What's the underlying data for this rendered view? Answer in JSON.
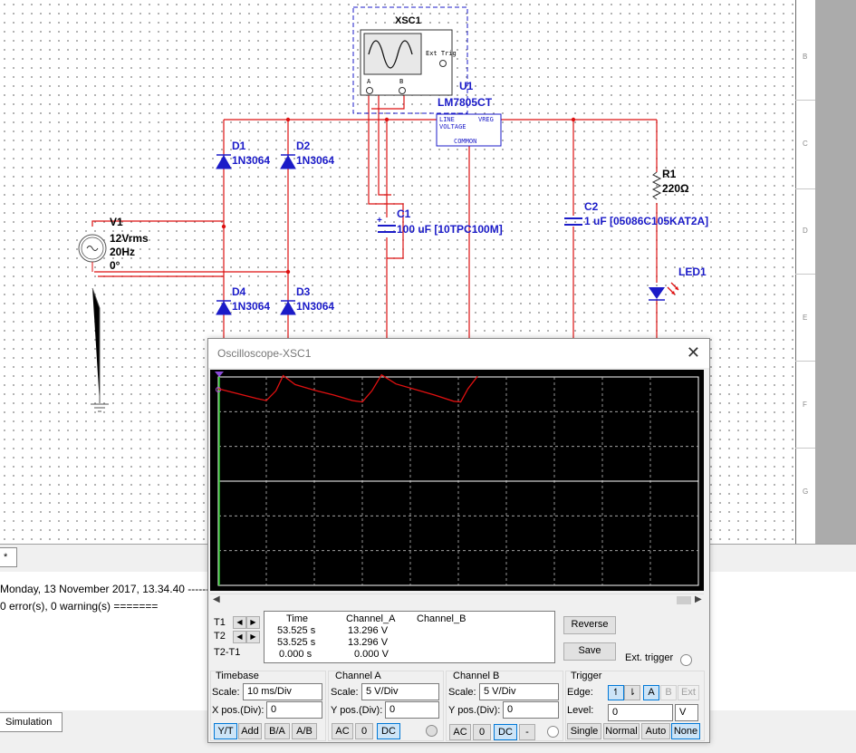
{
  "schematic": {
    "scope": {
      "name": "XSC1",
      "ext_trig": "Ext Trig",
      "pin_a": "A",
      "pin_b": "B"
    },
    "regulator": {
      "ref": "U1",
      "part": "LM7805CT",
      "pin_line": "LINE",
      "pin_voltage": "VOLTAGE",
      "pin_vreg": "VREG",
      "pin_common": "COMMON"
    },
    "source": {
      "ref": "V1",
      "amplitude": "12Vrms",
      "frequency": "20Hz",
      "phase": "0°"
    },
    "diodes": [
      {
        "ref": "D1",
        "part": "1N3064"
      },
      {
        "ref": "D2",
        "part": "1N3064"
      },
      {
        "ref": "D4",
        "part": "1N3064"
      },
      {
        "ref": "D3",
        "part": "1N3064"
      }
    ],
    "c1": {
      "ref": "C1",
      "value": "100 uF  [10TPC100M]"
    },
    "c2": {
      "ref": "C2",
      "value": "1 uF  [05086C105KAT2A]"
    },
    "r1": {
      "ref": "R1",
      "value": "220Ω"
    },
    "led": {
      "ref": "LED1"
    },
    "row_letters": [
      "B",
      "C",
      "D",
      "E",
      "F",
      "G"
    ]
  },
  "tabs": {
    "doc_tab": "*",
    "sim_tab": "Simulation"
  },
  "log": {
    "line1": "Monday, 13 November 2017, 13.34.40 ------",
    "line2": "0 error(s), 0 warning(s) ======="
  },
  "oscilloscope": {
    "title": "Oscilloscope-XSC1",
    "readout": {
      "headers": [
        "Time",
        "Channel_A",
        "Channel_B"
      ],
      "rows": [
        {
          "label": "T1",
          "time": "53.525 s",
          "a": "13.296 V",
          "b": ""
        },
        {
          "label": "T2",
          "time": "53.525 s",
          "a": "13.296 V",
          "b": ""
        },
        {
          "label": "T2-T1",
          "time": "0.000 s",
          "a": "0.000 V",
          "b": ""
        }
      ]
    },
    "reverse_label": "Reverse",
    "save_label": "Save",
    "ext_trigger_label": "Ext. trigger",
    "timebase": {
      "title": "Timebase",
      "scale_label": "Scale:",
      "scale": "10 ms/Div",
      "xpos_label": "X pos.(Div):",
      "xpos": "0",
      "modes": [
        "Y/T",
        "Add",
        "B/A",
        "A/B"
      ]
    },
    "channel_a": {
      "title": "Channel A",
      "scale_label": "Scale:",
      "scale": "5  V/Div",
      "ypos_label": "Y pos.(Div):",
      "ypos": "0",
      "coupling": [
        "AC",
        "0",
        "DC"
      ]
    },
    "channel_b": {
      "title": "Channel B",
      "scale_label": "Scale:",
      "scale": "5  V/Div",
      "ypos_label": "Y pos.(Div):",
      "ypos": "0",
      "coupling": [
        "AC",
        "0",
        "DC",
        "-"
      ]
    },
    "trigger": {
      "title": "Trigger",
      "edge_label": "Edge:",
      "level_label": "Level:",
      "level": "0",
      "level_unit": "V",
      "sources": [
        "A",
        "B",
        "Ext"
      ],
      "modes": [
        "Single",
        "Normal",
        "Auto",
        "None"
      ]
    },
    "trace_color": "#e01010",
    "trace_a": [
      [
        0,
        13.3
      ],
      [
        4,
        12.6
      ],
      [
        8,
        11.9
      ],
      [
        10,
        11.6
      ],
      [
        12,
        13.0
      ],
      [
        13.5,
        15.2
      ],
      [
        16,
        13.9
      ],
      [
        20,
        13.1
      ],
      [
        24,
        12.4
      ],
      [
        28,
        11.6
      ],
      [
        30,
        11.4
      ],
      [
        32,
        13.0
      ],
      [
        34,
        15.3
      ],
      [
        37,
        14.0
      ],
      [
        41,
        13.2
      ],
      [
        45,
        12.4
      ],
      [
        49,
        11.5
      ],
      [
        50.5,
        11.4
      ],
      [
        52,
        13.3
      ],
      [
        54,
        15.1
      ]
    ]
  }
}
